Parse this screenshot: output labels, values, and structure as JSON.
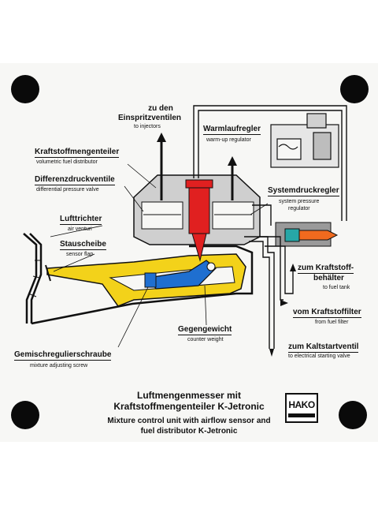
{
  "labels": {
    "injectors_de_1": "zu den",
    "injectors_de_2": "Einspritzventilen",
    "injectors_en": "to injectors",
    "warmup_de": "Warmlaufregler",
    "warmup_en": "warm-up regulator",
    "distributor_de": "Kraftstoffmengenteiler",
    "distributor_en": "volumetric fuel distributor",
    "diffvalve_de": "Differenzdruckventile",
    "diffvalve_en": "differential pressure valve",
    "syspressure_de": "Systemdruckregler",
    "syspressure_en_1": "system pressure",
    "syspressure_en_2": "regulator",
    "venturi_de": "Lufttrichter",
    "venturi_en": "air venturi",
    "flap_de": "Stauscheibe",
    "flap_en": "sensor flap",
    "tank_de_1": "zum Kraftstoff-",
    "tank_de_2": "behälter",
    "tank_en": "to fuel tank",
    "filter_de": "vom Kraftstoffilter",
    "filter_en": "from fuel filter",
    "counterweight_de": "Gegengewicht",
    "counterweight_en": "counter weight",
    "coldstart_de": "zum Kaltstartventil",
    "coldstart_en": "to electrical starting valve",
    "mixscrew_de": "Gemischregulierschraube",
    "mixscrew_en": "mixture adjusting screw"
  },
  "title": {
    "line1": "Luftmengenmesser mit",
    "line2": "Kraftstoffmengenteiler K-Jetronic",
    "line3": "Mixture control unit with airflow sensor and",
    "line4": "fuel distributor K-Jetronic"
  },
  "logo": {
    "text": "HAKO"
  },
  "colors": {
    "board": "#f7f7f5",
    "fuel_red": "#e02020",
    "lever_blue": "#1f6fd0",
    "flap_yellow": "#f3d21a",
    "regulator_orange": "#f06a1e",
    "regulator_teal": "#27a7a7",
    "housing_gray": "#9a9a9a"
  }
}
